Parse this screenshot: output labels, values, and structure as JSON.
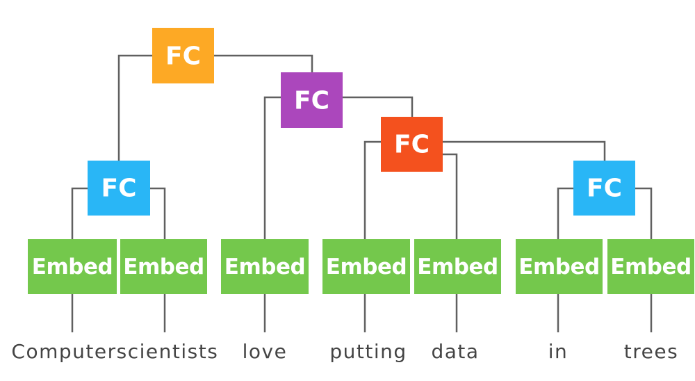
{
  "colors": {
    "embed": "#74c84c",
    "fc_leaf": "#29b6f6",
    "fc_root": "#fda925",
    "fc_mid": "#ab47bc",
    "fc_inner": "#f4511e",
    "edge": "#606060",
    "word": "#444444"
  },
  "embed_label": "Embed",
  "fc_label": "FC",
  "words": [
    "Computer",
    "scientists",
    "love",
    "putting",
    "data",
    "in",
    "trees"
  ]
}
